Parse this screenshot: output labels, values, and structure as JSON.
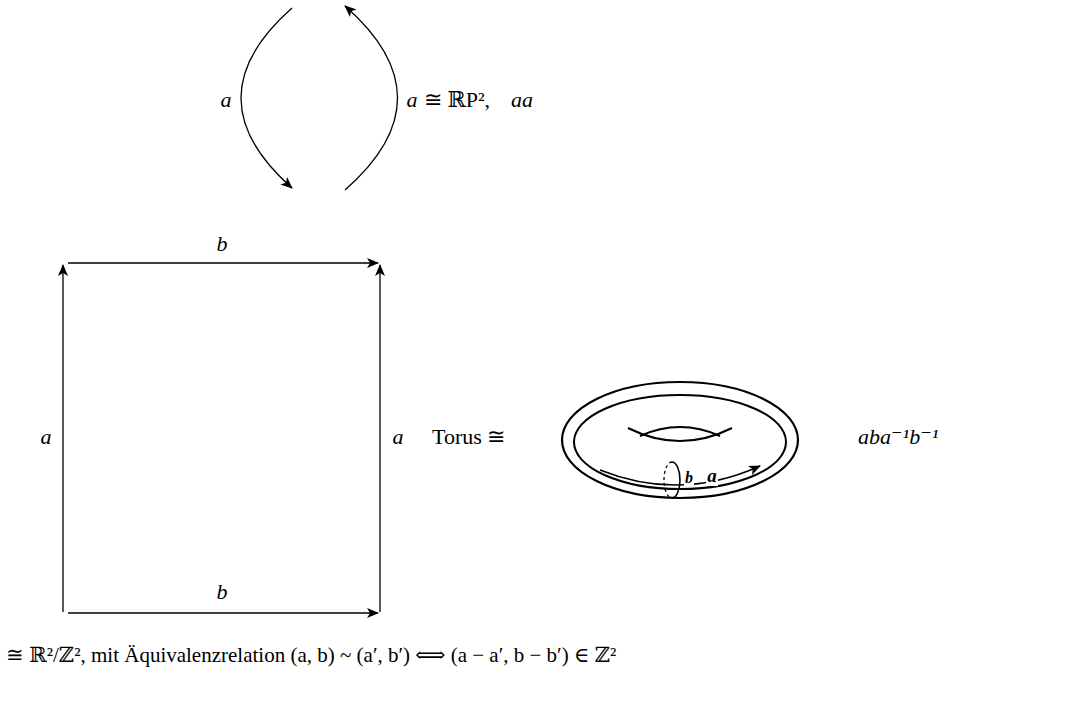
{
  "diagram": {
    "labels": [
      "a",
      "a",
      "≅ ℝP²,",
      "aa",
      "b",
      "a",
      "a",
      "b",
      "Torus ≅",
      "b",
      "a",
      "aba⁻¹b⁻¹",
      "≅ ℝ²/ℤ², mit Äquivalenzrelation (a, b) ~ (a′, b′) ⟺ (a − a′, b − b′) ∈ ℤ²"
    ]
  }
}
